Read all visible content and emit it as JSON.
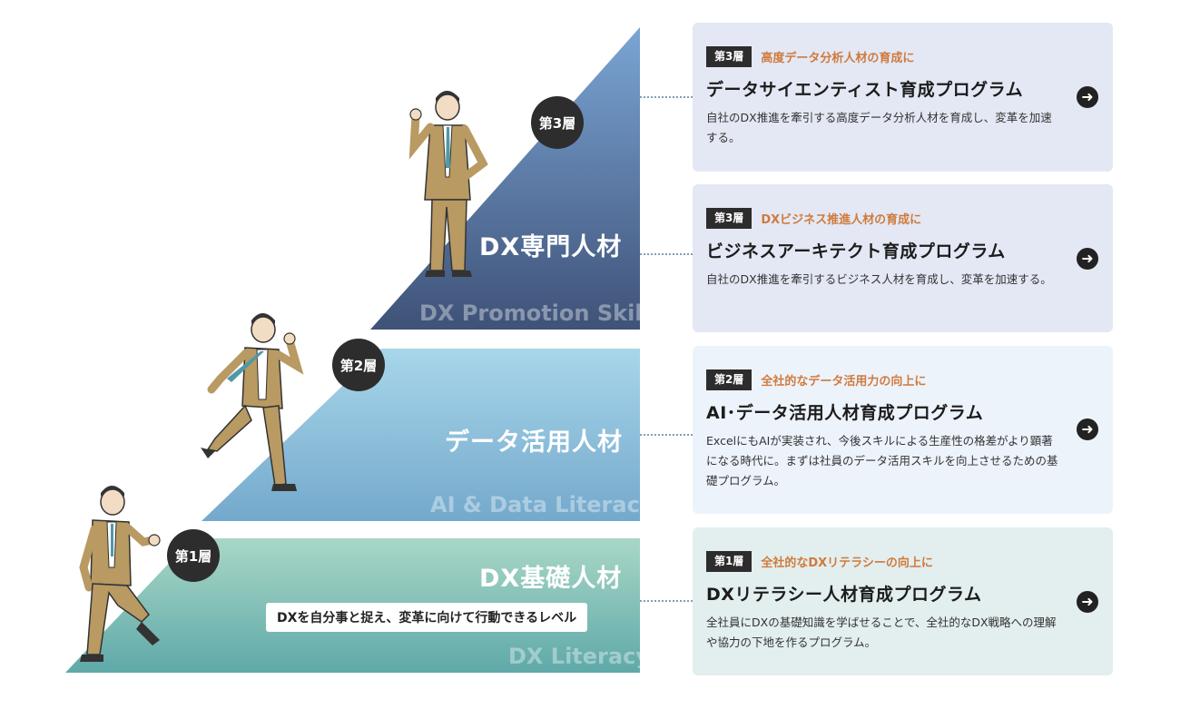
{
  "tiers": [
    {
      "layer": "第3層",
      "title": "DX専門人材",
      "english": "DX Promotion  Skill",
      "color_top": "#7aa5d4",
      "color_bottom": "#3f5278"
    },
    {
      "layer": "第2層",
      "title": "データ活用人材",
      "english": "AI & Data Literacy",
      "color_top": "#a8d6ea",
      "color_bottom": "#74a9cc"
    },
    {
      "layer": "第1層",
      "title": "DX基礎人材",
      "english": "DX Literacy",
      "note": "DXを自分事と捉え、変革に向けて行動できるレベル",
      "color_top": "#a9d7c6",
      "color_bottom": "#5fa9a9"
    }
  ],
  "cards": [
    {
      "layer": "第3層",
      "target": "高度データ分析人材の育成に",
      "program": "データサイエンティスト育成プログラム",
      "desc": "自社のDX推進を牽引する高度データ分析人材を育成し、変革を加速する。",
      "bg": "#e3e8f4"
    },
    {
      "layer": "第3層",
      "target": "DXビジネス推進人材の育成に",
      "program": "ビジネスアーキテクト育成プログラム",
      "desc": "自社のDX推進を牽引するビジネス人材を育成し、変革を加速する。",
      "bg": "#e3e8f4"
    },
    {
      "layer": "第2層",
      "target": "全社的なデータ活用力の向上に",
      "program": "AI･データ活用人材育成プログラム",
      "desc": "ExcelにもAIが実装され、今後スキルによる生産性の格差がより顕著になる時代に。まずは社員のデータ活用スキルを向上させるための基礎プログラム。",
      "bg": "#edf3fb"
    },
    {
      "layer": "第1層",
      "target": "全社的なDXリテラシーの向上に",
      "program": "DXリテラシー人材育成プログラム",
      "desc": "全社員にDXの基礎知識を学ばせることで、全社的なDX戦略への理解や協力の下地を作るプログラム。",
      "bg": "#e3eeee"
    }
  ],
  "arrow_icon": "arrow-right-circle-icon",
  "accent_color": "#d07a3c"
}
